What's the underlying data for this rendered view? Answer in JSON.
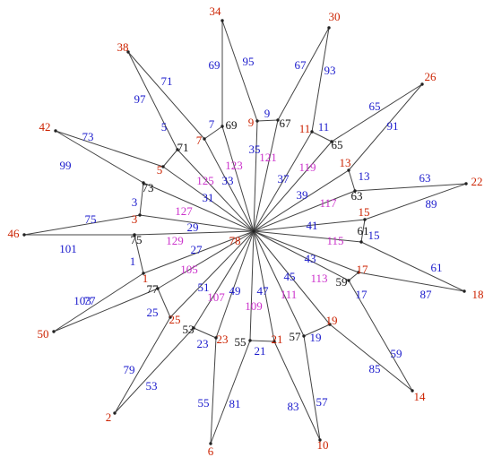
{
  "colors": {
    "edge": "#444444",
    "outer": "#cc2200",
    "mid": "#111111",
    "edge_label": "#1a1acc",
    "inner": "#cc33cc"
  },
  "vertex_labels": {
    "hub": "78",
    "outer": [
      "34",
      "30",
      "26",
      "22",
      "18",
      "14",
      "10",
      "6",
      "2",
      "50",
      "46",
      "42",
      "38"
    ],
    "mid": [
      "69",
      "67",
      "65",
      "63",
      "61",
      "59",
      "57",
      "55",
      "53",
      "77",
      "75",
      "73",
      "71"
    ],
    "corner": [
      "7",
      "9",
      "11",
      "13",
      "15",
      "17",
      "19",
      "21",
      "23",
      "25",
      "1",
      "3",
      "5"
    ]
  },
  "edge_labels": {
    "outer_a": [
      "95",
      "93",
      "91",
      "89",
      "87",
      "85",
      "83",
      "81",
      "79",
      "77",
      "75",
      "73",
      "71"
    ],
    "outer_b": [
      "69",
      "67",
      "65",
      "63",
      "61",
      "59",
      "57",
      "55",
      "53",
      "103",
      "101",
      "99",
      "97"
    ],
    "corner_mid": [
      "7",
      "9",
      "11",
      "13",
      "15",
      "17",
      "19",
      "21",
      "23",
      "25",
      "1",
      "3",
      "5"
    ],
    "spoke_corner": [
      "35",
      "37",
      "39",
      "41",
      "43",
      "45",
      "47",
      "49",
      "51",
      "27",
      "29",
      "31",
      "33"
    ],
    "spoke_mid": [
      "121",
      "119",
      "117",
      "115",
      "113",
      "111",
      "109",
      "107",
      "105",
      "129",
      "127",
      "125",
      "123"
    ]
  }
}
